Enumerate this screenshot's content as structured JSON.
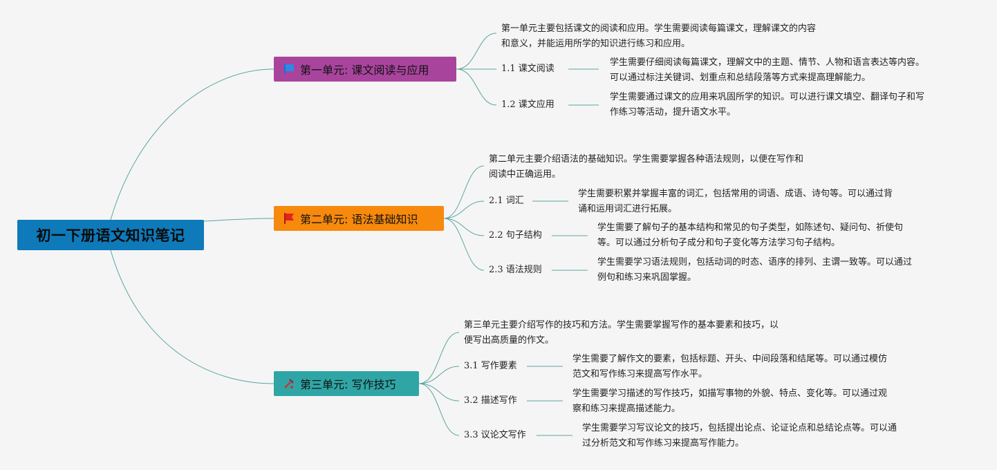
{
  "root": {
    "title": "初一下册语文知识笔记"
  },
  "units": [
    {
      "title": "第一单元: 课文阅读与应用",
      "icon": "blue-flag-icon",
      "color": "#a9449d",
      "summary": [
        "第一单元主要包括课文的阅读和应用。学生需要阅读每篇课文，理解课文的内容",
        "和意义，并能运用所学的知识进行练习和应用。"
      ],
      "items": [
        {
          "label": "1.1 课文阅读",
          "desc": [
            "学生需要仔细阅读每篇课文，理解文中的主题、情节、人物和语言表达等内容。",
            "可以通过标注关键词、划重点和总结段落等方式来提高理解能力。"
          ]
        },
        {
          "label": "1.2 课文应用",
          "desc": [
            "学生需要通过课文的应用来巩固所学的知识。可以进行课文填空、翻译句子和写",
            "作练习等活动，提升语文水平。"
          ]
        }
      ]
    },
    {
      "title": "第二单元: 语法基础知识",
      "icon": "red-flag-icon",
      "color": "#f7890c",
      "summary": [
        "第二单元主要介绍语法的基础知识。学生需要掌握各种语法规则，以便在写作和",
        "阅读中正确运用。"
      ],
      "items": [
        {
          "label": "2.1 词汇",
          "desc": [
            "学生需要积累并掌握丰富的词汇，包括常用的词语、成语、诗句等。可以通过背",
            "诵和运用词汇进行拓展。"
          ]
        },
        {
          "label": "2.2 句子结构",
          "desc": [
            "学生需要了解句子的基本结构和常见的句子类型，如陈述句、疑问句、祈使句",
            "等。可以通过分析句子成分和句子变化等方法学习句子结构。"
          ]
        },
        {
          "label": "2.3 语法规则",
          "desc": [
            "学生需要学习语法规则，包括动词的时态、语序的排列、主谓一致等。可以通过",
            "例句和练习来巩固掌握。"
          ]
        }
      ]
    },
    {
      "title": "第三单元: 写作技巧",
      "icon": "tools-icon",
      "color": "#2fa6a5",
      "summary": [
        "第三单元主要介绍写作的技巧和方法。学生需要掌握写作的基本要素和技巧，以",
        "便写出高质量的作文。"
      ],
      "items": [
        {
          "label": "3.1 写作要素",
          "desc": [
            "学生需要了解作文的要素，包括标题、开头、中间段落和结尾等。可以通过模仿",
            "范文和写作练习来提高写作水平。"
          ]
        },
        {
          "label": "3.2 描述写作",
          "desc": [
            "学生需要学习描述的写作技巧，如描写事物的外貌、特点、变化等。可以通过观",
            "察和练习来提高描述能力。"
          ]
        },
        {
          "label": "3.3 议论文写作",
          "desc": [
            "学生需要学习写议论文的技巧，包括提出论点、论证论点和总结论点等。可以通",
            "过分析范文和写作练习来提高写作能力。"
          ]
        }
      ]
    }
  ]
}
